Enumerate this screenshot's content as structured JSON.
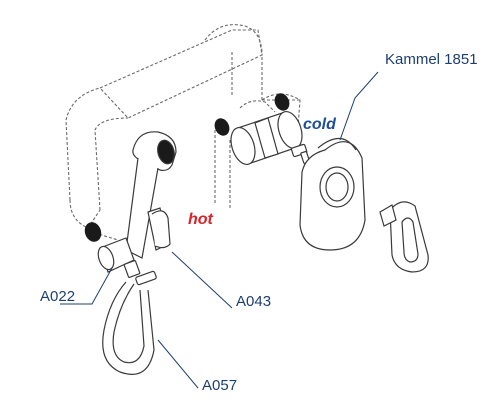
{
  "labels": {
    "product": "Kammel 1851",
    "hot": "hot",
    "cold": "cold",
    "a022": "A022",
    "a043": "A043",
    "a057": "A057"
  },
  "colors": {
    "line": "#3a3a3a",
    "dashed": "#6a6a6a",
    "leader": "#1d3f6e",
    "hot": "#d8232a",
    "cold": "#1d4f96",
    "seal": "#1a1a1a"
  }
}
